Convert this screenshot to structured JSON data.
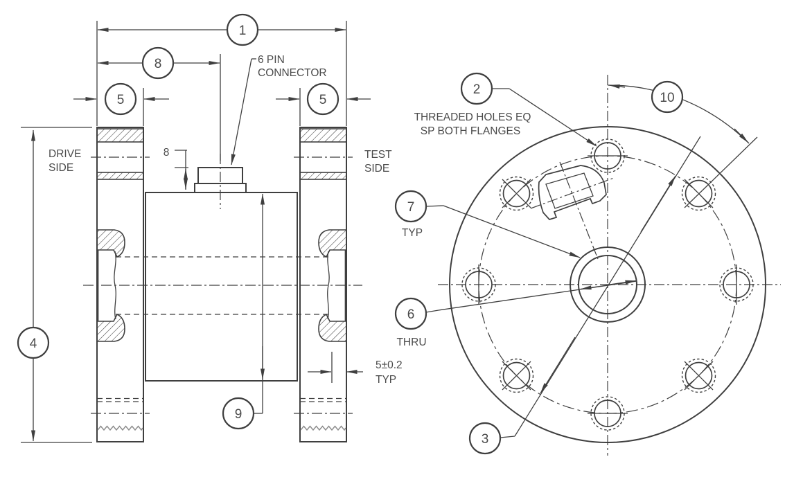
{
  "colors": {
    "line": "#3f3f3f",
    "text": "#4a4a4a",
    "background": "#ffffff"
  },
  "section_view": {
    "drive_side_line1": "DRIVE",
    "drive_side_line2": "SIDE",
    "test_side_line1": "TEST",
    "test_side_line2": "SIDE",
    "connector_label_line1": "6 PIN",
    "connector_label_line2": "CONNECTOR",
    "connector_height_dim": "8",
    "flange_wall_dim": "5±0.2",
    "flange_wall_qualifier": "TYP",
    "balloons": {
      "overall_length": "1",
      "face_to_connector": "8",
      "flange_width_left": "5",
      "flange_width_right": "5",
      "flange_diameter": "4",
      "body_diameter": "9"
    }
  },
  "front_view": {
    "holes_note_line1": "THREADED HOLES EQ",
    "holes_note_line2": "SP BOTH FLANGES",
    "hub_qualifier": "TYP",
    "bore_qualifier": "THRU",
    "balloons": {
      "threaded_holes": "2",
      "bolt_circle": "3",
      "center_bore": "6",
      "hub": "7",
      "hole_angle": "10"
    }
  }
}
